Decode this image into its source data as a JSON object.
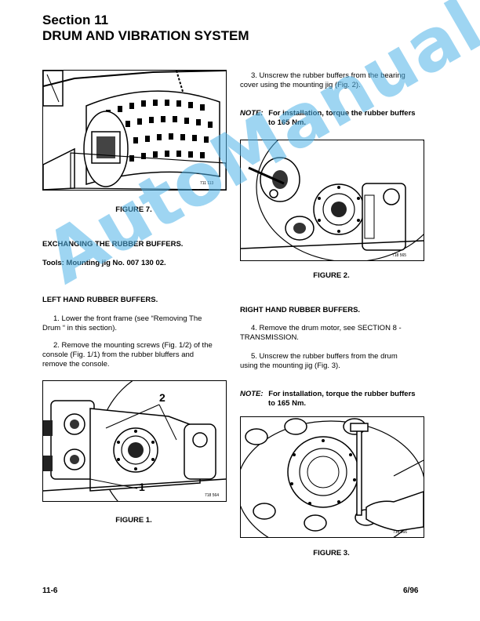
{
  "header": {
    "section": "Section 11",
    "title": "DRUM AND VIBRATION SYSTEM"
  },
  "left": {
    "figure7_code": "711 113",
    "figure7_caption": "FIGURE 7.",
    "heading_exchange": "EXCHANGING THE RUBBER BUFFERS.",
    "tools": "Tools: Mounting jig No. 007 130 02.",
    "heading_left": "LEFT HAND RUBBER BUFFERS.",
    "step1_line1": "1.  Lower the front frame (see “Removing The",
    "step1_line2": "Drum “ in this section).",
    "step2_line1": "2.  Remove the mounting screws (Fig. 1/2) of the",
    "step2_line2": "console (Fig. 1/1) from the rubber bluffers and",
    "step2_line3": "remove the console.",
    "figure1_label1": "1",
    "figure1_label2": "2",
    "figure1_code": "718 564",
    "figure1_caption": "FIGURE 1."
  },
  "right": {
    "step3_line1": "3.  Unscrew the rubber buffers from the bearing",
    "step3_line2": "cover using the mounting jig (Fig. 2).",
    "note1_label": "NOTE:",
    "note1_line1": "For installation, torque the rubber buffers",
    "note1_line2": "to 165 Nm.",
    "figure2_code": "718 565",
    "figure2_caption": "FIGURE 2.",
    "heading_right": "RIGHT HAND RUBBER BUFFERS.",
    "step4_line1": "4.  Remove the drum motor, see SECTION 8 -",
    "step4_line2": "TRANSMISSION.",
    "step5_line1": "5.  Unscrew the rubber buffers from the drum",
    "step5_line2": "using the mounting jig (Fig. 3).",
    "note2_label": "NOTE:",
    "note2_line1": "For installation, torque the rubber buffers",
    "note2_line2": "to 165 Nm.",
    "figure3_code": "718 566",
    "figure3_caption": "FIGURE 3."
  },
  "footer": {
    "page": "11-6",
    "date": "6/96"
  },
  "watermark": "AutoManual"
}
